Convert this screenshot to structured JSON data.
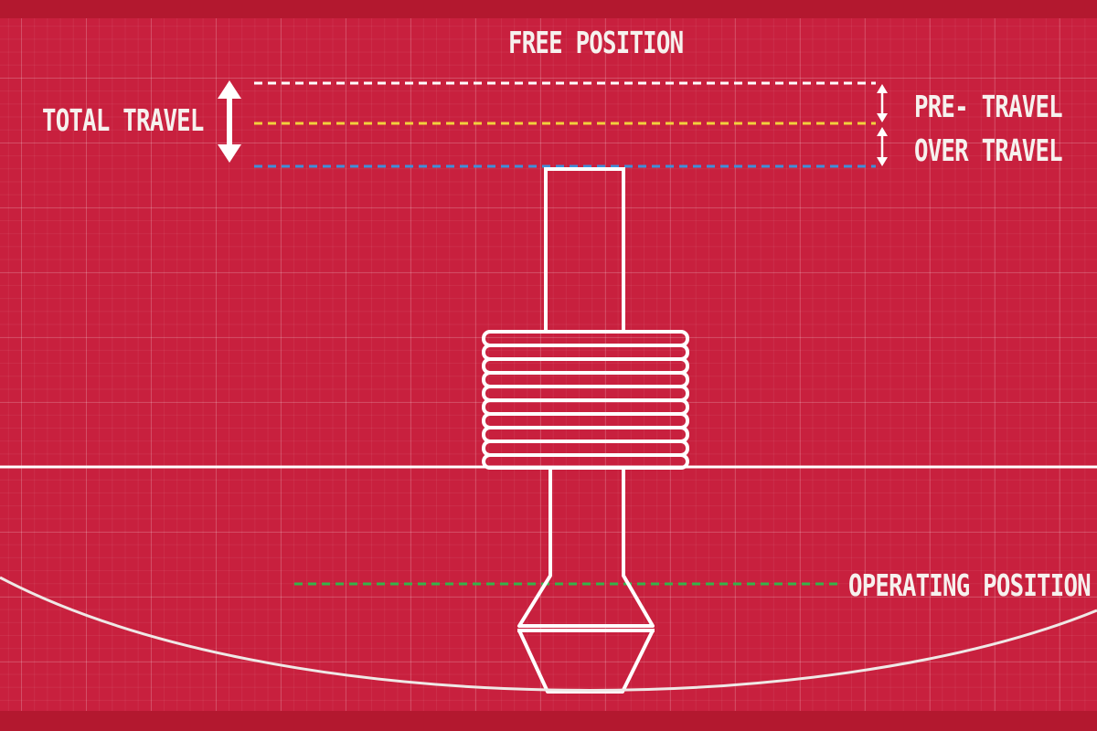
{
  "labels": {
    "free_position": "FREE POSITION",
    "total_travel": "TOTAL TRAVEL",
    "pre_travel": "PRE- TRAVEL",
    "over_travel": "OVER TRAVEL",
    "operating_position": "OPERATING POSITION"
  },
  "colors": {
    "background": "#c8203e",
    "band": "#b3182f",
    "ink": "#f6f1ee",
    "free_position_line": "#ffffff",
    "pre_travel_line": "#f2d13c",
    "over_travel_line": "#3f8fd9",
    "operating_position_line": "#35b34a"
  },
  "icons": [
    "double-arrow-icon",
    "switch-plunger",
    "spring-coil",
    "lever-arc"
  ]
}
